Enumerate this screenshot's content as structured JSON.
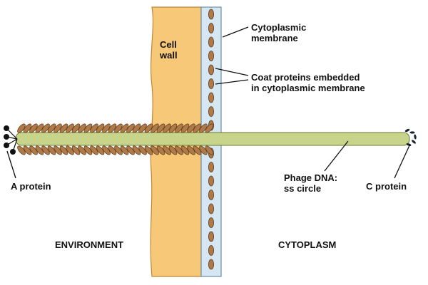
{
  "labels": {
    "cell_wall": [
      "Cell",
      "wall"
    ],
    "cytoplasmic_membrane": [
      "Cytoplasmic",
      "membrane"
    ],
    "coat_proteins": [
      "Coat proteins embedded",
      "in cytoplasmic membrane"
    ],
    "a_protein": "A protein",
    "phage_dna": [
      "Phage DNA:",
      "ss circle"
    ],
    "c_protein": "C protein",
    "environment": "ENVIRONMENT",
    "cytoplasm": "CYTOPLASM"
  },
  "colors": {
    "cell_wall": "#f7c878",
    "cell_wall_edge": "#c08838",
    "membrane": "#d4e7f2",
    "membrane_edge": "#6f8ea6",
    "phage_rod": "#c8d48a",
    "coat_protein": "#b07a48",
    "a_protein": "#111111",
    "c_protein": "#1a2430"
  }
}
